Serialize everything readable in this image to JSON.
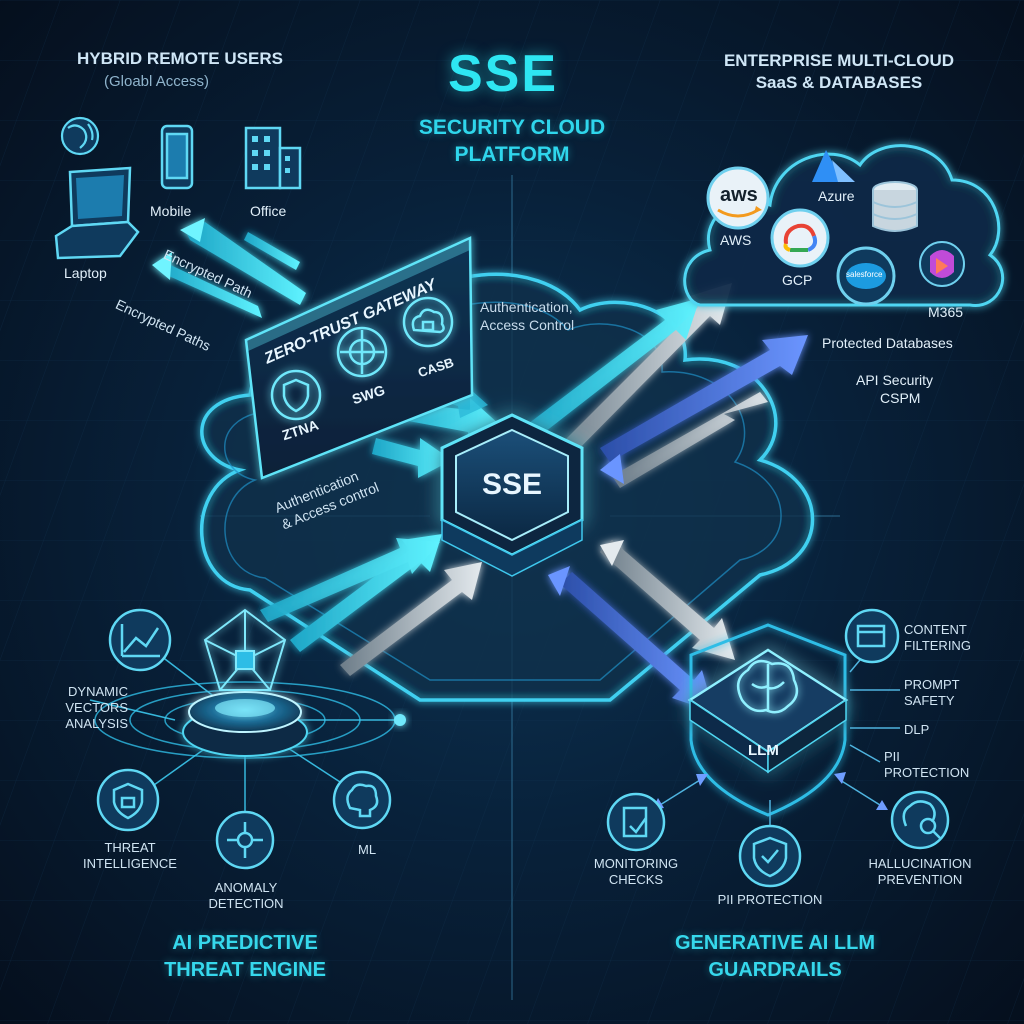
{
  "title": {
    "main": "SSE",
    "subtitle_line1": "SECURITY CLOUD",
    "subtitle_line2": "PLATFORM"
  },
  "hub": {
    "label": "SSE"
  },
  "users": {
    "heading": "HYBRID REMOTE USERS",
    "subheading": "(Gloabl Access)",
    "items": [
      {
        "label": "Mobile",
        "icon": "smartphone-icon"
      },
      {
        "label": "Office",
        "icon": "building-icon"
      },
      {
        "label": "Laptop",
        "icon": "laptop-icon"
      },
      {
        "label": "",
        "icon": "globe-icon"
      }
    ],
    "path_label_1": "Encrypted Path",
    "path_label_2": "Encrypted Paths"
  },
  "gateway": {
    "title": "ZERO-TRUST GATEWAY",
    "items": [
      {
        "label": "ZTNA",
        "icon": "shield-lock-icon"
      },
      {
        "label": "SWG",
        "icon": "globe-icon"
      },
      {
        "label": "CASB",
        "icon": "cloud-lock-icon"
      }
    ],
    "note": "Authentication\n& Access control",
    "auth_note_line1": "Authentication,",
    "auth_note_line2": "Access Control"
  },
  "cloud": {
    "heading_line1": "ENTERPRISE MULTI-CLOUD",
    "heading_line2": "SaaS & DATABASES",
    "providers": [
      {
        "label": "AWS",
        "logo_text": "aws"
      },
      {
        "label": "Azure"
      },
      {
        "label": "GCP"
      },
      {
        "label": "M365"
      },
      {
        "label": "",
        "logo_text": "salesforce"
      }
    ],
    "notes": [
      "Protected Databases",
      "API Security",
      "CSPM"
    ]
  },
  "ai_engine": {
    "heading_line1": "AI PREDICTIVE",
    "heading_line2": "THREAT ENGINE",
    "items": [
      {
        "label": "DYNAMIC\nVECTORS\nANALYSIS",
        "icon": "chart-icon"
      },
      {
        "label": "THREAT\nINTELLIGENCE",
        "icon": "shield-lock-icon"
      },
      {
        "label": "ANOMALY\nDETECTION",
        "icon": "network-icon"
      },
      {
        "label": "ML",
        "icon": "brain-icon"
      }
    ]
  },
  "llm": {
    "label": "LLM",
    "heading_line1": "GENERATIVE AI LLM",
    "heading_line2": "GUARDRAILS",
    "items": [
      {
        "label": "CONTENT\nFILTERING",
        "icon": "browser-shield-icon"
      },
      {
        "label": "PROMPT\nSAFETY"
      },
      {
        "label": "DLP"
      },
      {
        "label": "PII\nPROTECTION"
      },
      {
        "label": "MONITORING\nCHECKS",
        "icon": "checklist-icon"
      },
      {
        "label": "PII PROTECTION",
        "icon": "shield-check-icon"
      },
      {
        "label": "HALLUCINATION\nPREVENTION",
        "icon": "brain-search-icon"
      }
    ]
  },
  "colors": {
    "background": "#061425",
    "accent_cyan": "#2ee6f2",
    "glow_blue": "#1e9fd6",
    "arrow_silver": "#b8c4cc",
    "arrow_blue": "#3f6fd8"
  }
}
